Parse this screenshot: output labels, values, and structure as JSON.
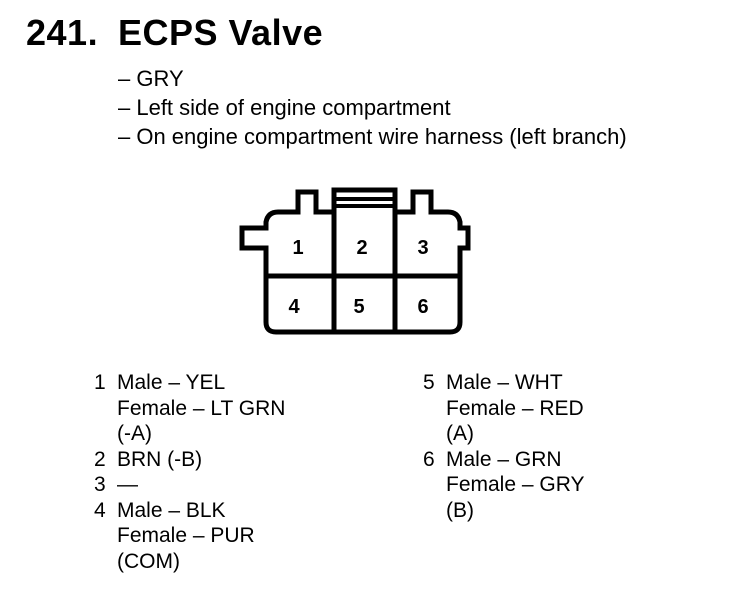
{
  "header": {
    "number": "241.",
    "title": "ECPS Valve"
  },
  "details": [
    "– GRY",
    "– Left side of engine compartment",
    "– On engine compartment wire harness (left branch)"
  ],
  "connector": {
    "cavities": [
      "1",
      "2",
      "3",
      "4",
      "5",
      "6"
    ]
  },
  "pins_left": [
    {
      "num": "1",
      "lines": [
        "Male – YEL",
        "Female – LT GRN",
        "(-A)"
      ]
    },
    {
      "num": "2",
      "lines": [
        "BRN (-B)"
      ]
    },
    {
      "num": "3",
      "lines": [
        "—"
      ]
    },
    {
      "num": "4",
      "lines": [
        "Male – BLK",
        "Female – PUR",
        "(COM)"
      ]
    }
  ],
  "pins_right": [
    {
      "num": "5",
      "lines": [
        "Male – WHT",
        "Female – RED",
        "(A)"
      ]
    },
    {
      "num": "6",
      "lines": [
        "Male – GRN",
        "Female – GRY",
        "(B)"
      ]
    }
  ]
}
